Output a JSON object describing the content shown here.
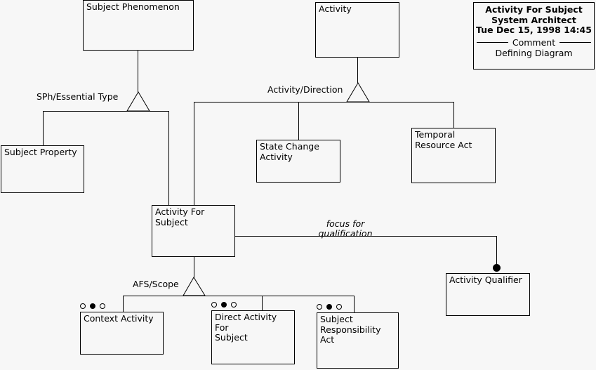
{
  "diagram": {
    "background_color": "#f7f7f7",
    "line_color": "#000000",
    "title_block": {
      "line1": "Activity For Subject",
      "line2": "System Architect",
      "line3": "Tue Dec 15, 1998  14:45",
      "separator_label": "Comment",
      "comment": "Defining Diagram"
    },
    "nodes": {
      "subject_phenomenon": "Subject Phenomenon",
      "activity": "Activity",
      "subject_property": "Subject Property",
      "state_change_activity": "State Change\nActivity",
      "temporal_resource_act": "Temporal\nResource Act",
      "activity_for_subject": "Activity For\nSubject",
      "activity_qualifier": "Activity Qualifier",
      "context_activity": "Context Activity",
      "direct_activity_for_subject": "Direct Activity For\nSubject",
      "subject_responsibility_act": "Subject\nResponsibility Act"
    },
    "edge_labels": {
      "sph_essential_type": "SPh/Essential Type",
      "activity_direction": "Activity/Direction",
      "afs_scope": "AFS/Scope",
      "focus_for_qualification_line1": "focus for",
      "focus_for_qualification_line2": "qualification"
    }
  }
}
